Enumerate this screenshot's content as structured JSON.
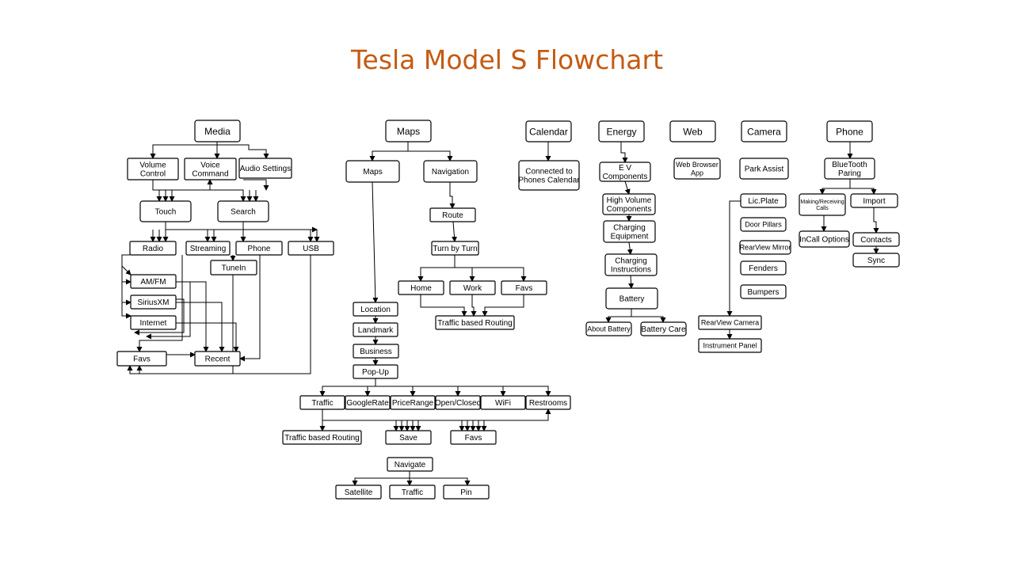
{
  "title": "Tesla Model S Flowchart",
  "nodes": {
    "media": "Media",
    "volume": "Volume\nControl",
    "voice": "Voice\nCommand",
    "audio": "Audio Settings",
    "touch": "Touch",
    "search": "Search",
    "radio": "Radio",
    "streaming": "Streaming",
    "phone_m": "Phone",
    "usb": "USB",
    "tunein": "TuneIn",
    "amfm": "AM/FM",
    "siriusxm": "SiriusXM",
    "internet": "Internet",
    "favs_m": "Favs",
    "recent": "Recent",
    "maps": "Maps",
    "maps2": "Maps",
    "navigation": "Navigation",
    "route": "Route",
    "tbt": "Turn by Turn",
    "home": "Home",
    "work": "Work",
    "favs_n": "Favs",
    "tbr1": "Traffic based Routing",
    "location": "Location",
    "landmark": "Landmark",
    "business": "Business",
    "popup": "Pop-Up",
    "traffic1": "Traffic",
    "googlerate": "GoogleRate",
    "pricerange": "PriceRange",
    "openclosed": "Open/Closed",
    "wifi": "WiFi",
    "restrooms": "Restrooms",
    "tbr2": "Traffic based Routing",
    "save": "Save",
    "favs_p": "Favs",
    "navigate": "Navigate",
    "satellite": "Satellite",
    "traffic2": "Traffic",
    "pin": "Pin",
    "calendar": "Calendar",
    "connected": "Connected to\nPhones Calendar",
    "energy": "Energy",
    "ev": "E V\nComponents",
    "hv": "High Volume\nComponents",
    "charging_eq": "Charging\nEquipment",
    "charging_ins": "Charging\nInstructions",
    "battery": "Battery",
    "about_battery": "About Battery",
    "battery_care": "Battery Care",
    "web": "Web",
    "webapp": "Web Browser\nApp",
    "camera": "Camera",
    "park": "Park Assist",
    "licplate": "Lic.Plate",
    "doorpillars": "Door Pillars",
    "rearmirror": "RearView Mirror",
    "fenders": "Fenders",
    "bumpers": "Bumpers",
    "rearcam": "RearView Camera",
    "instrument": "Instrument Panel",
    "phone": "Phone",
    "bluetooth": "BlueTooth\nParing",
    "making": "Making/Receiving\nCalls",
    "import": "Import",
    "incall": "InCall Options",
    "contacts": "Contacts",
    "sync": "Sync"
  }
}
